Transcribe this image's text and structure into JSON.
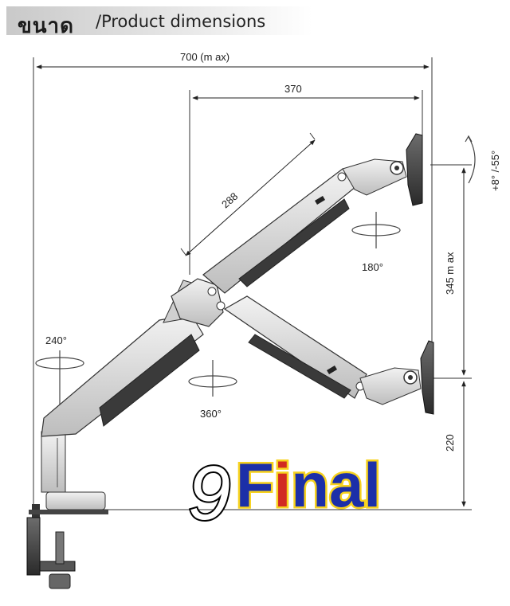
{
  "header": {
    "thai_label": "ขนาด",
    "title": "/Product dimensions"
  },
  "dimensions": {
    "total_width": "700 (m ax)",
    "reach": "370",
    "arm_length": "288",
    "height_range": "345 m ax",
    "base_height": "220",
    "tilt": "+8° /-55°",
    "swivel_head": "180°",
    "rotation_mid": "360°",
    "rotation_base": "240°"
  },
  "brand": {
    "digit": "9",
    "word_f": "F",
    "word_i": "i",
    "word_rest": "nal"
  },
  "colors": {
    "brand_blue": "#1c2fa8",
    "brand_yellow": "#f7d21e",
    "brand_red": "#d12a22"
  }
}
